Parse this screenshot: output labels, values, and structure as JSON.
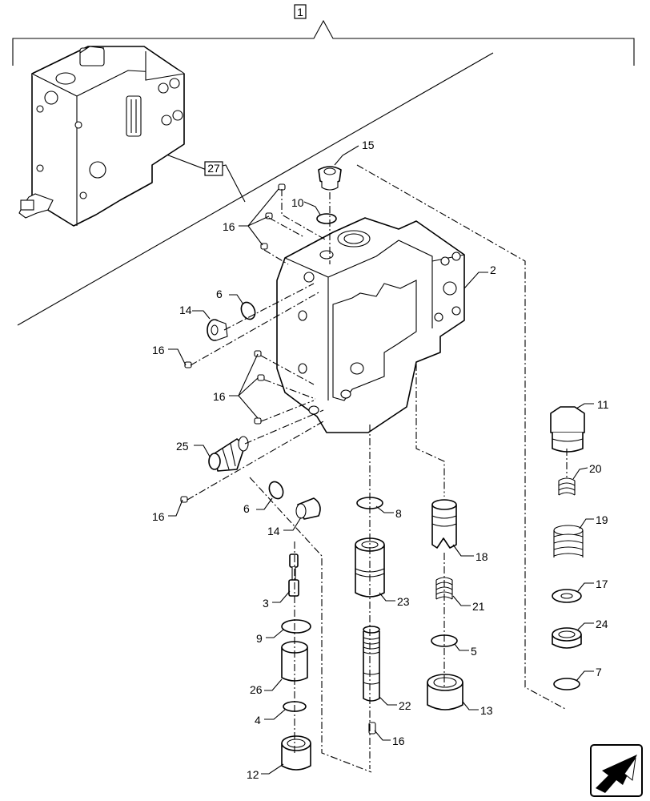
{
  "reference_boxes": {
    "assembly": "1",
    "section": "27"
  },
  "callouts": [
    {
      "id": "c15",
      "label": "15"
    },
    {
      "id": "c10",
      "label": "10"
    },
    {
      "id": "c16a",
      "label": "16"
    },
    {
      "id": "c2",
      "label": "2"
    },
    {
      "id": "c6a",
      "label": "6"
    },
    {
      "id": "c14a",
      "label": "14"
    },
    {
      "id": "c16b",
      "label": "16"
    },
    {
      "id": "c16c",
      "label": "16"
    },
    {
      "id": "c25",
      "label": "25"
    },
    {
      "id": "c16d",
      "label": "16"
    },
    {
      "id": "c6b",
      "label": "6"
    },
    {
      "id": "c14b",
      "label": "14"
    },
    {
      "id": "c8",
      "label": "8"
    },
    {
      "id": "c18",
      "label": "18"
    },
    {
      "id": "c11",
      "label": "11"
    },
    {
      "id": "c20",
      "label": "20"
    },
    {
      "id": "c19",
      "label": "19"
    },
    {
      "id": "c17",
      "label": "17"
    },
    {
      "id": "c24",
      "label": "24"
    },
    {
      "id": "c7",
      "label": "7"
    },
    {
      "id": "c3",
      "label": "3"
    },
    {
      "id": "c23",
      "label": "23"
    },
    {
      "id": "c21",
      "label": "21"
    },
    {
      "id": "c9",
      "label": "9"
    },
    {
      "id": "c5",
      "label": "5"
    },
    {
      "id": "c26",
      "label": "26"
    },
    {
      "id": "c22",
      "label": "22"
    },
    {
      "id": "c13",
      "label": "13"
    },
    {
      "id": "c4",
      "label": "4"
    },
    {
      "id": "c16e",
      "label": "16"
    },
    {
      "id": "c12",
      "label": "12"
    }
  ],
  "nav_icon": "next-page-arrow-icon"
}
